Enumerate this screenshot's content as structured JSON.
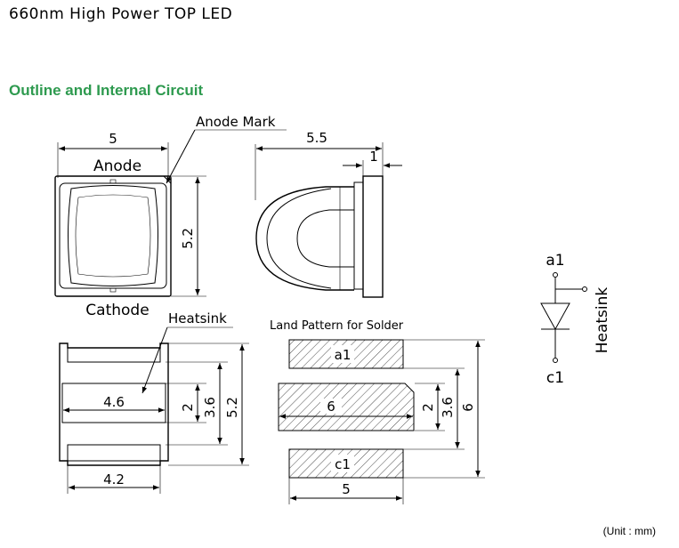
{
  "header": {
    "title": "660nm High Power TOP LED"
  },
  "section": {
    "title": "Outline and Internal Circuit"
  },
  "top_view": {
    "width_dim": "5",
    "height_dim": "5.2",
    "anode_label": "Anode",
    "cathode_label": "Cathode",
    "anode_mark_label": "Anode Mark"
  },
  "side_view": {
    "length_dim": "5.5",
    "thickness_dim": "1"
  },
  "bottom_view": {
    "heatsink_label": "Heatsink",
    "pad_width_dim": "4.6",
    "pad_height_dim": "2",
    "inner_height_dim": "3.6",
    "total_height_dim": "5.2",
    "bottom_width_dim": "4.2"
  },
  "land_pattern": {
    "title": "Land Pattern for Solder",
    "pad_a1": "a1",
    "pad_c1": "c1",
    "center_width_dim": "6",
    "center_height_dim": "2",
    "inner_dim": "3.6",
    "total_dim": "6",
    "bottom_dim": "5"
  },
  "circuit": {
    "anode_terminal": "a1",
    "cathode_terminal": "c1",
    "heatsink_label": "Heatsink"
  },
  "footer": {
    "unit_note": "(Unit : mm)"
  }
}
